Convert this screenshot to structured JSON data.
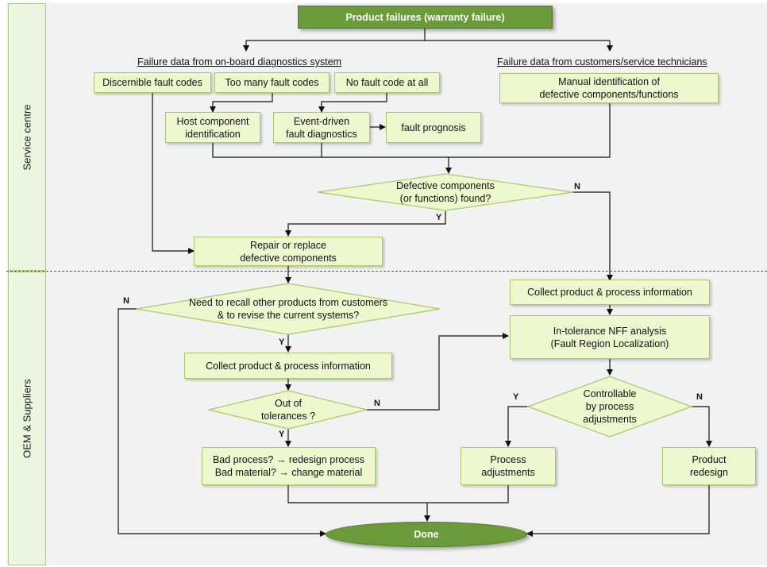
{
  "lanes": {
    "service": "Service centre",
    "oem": "OEM & Suppliers"
  },
  "nodes": {
    "start": "Product failures (warranty failure)",
    "onboard_header": "Failure data from on-board diagnostics system",
    "customer_header": "Failure data from customers/service technicians",
    "discernible": "Discernible fault codes",
    "too_many": "Too many fault codes",
    "no_code": "No fault code at all",
    "manual_id": "Manual identification of\ndefective components/functions",
    "host_id": "Host component\nidentification",
    "event_diag": "Event-driven\nfault diagnostics",
    "prognosis": "fault prognosis",
    "defective_found": "Defective components\n(or functions) found?",
    "repair": "Repair  or replace\ndefective components",
    "need_recall": "Need to recall other products from customers\n&  to revise the current systems?",
    "collect_right": "Collect product & process information",
    "collect_left": "Collect product & process information",
    "nff": "In-tolerance NFF analysis\n(Fault Region Localization)",
    "out_tol": "Out of\ntolerances ?",
    "controllable": "Controllable\nby process\nadjustments",
    "bad_process": "Bad process? → redesign process\nBad material? → change material",
    "process_adj": "Process\nadjustments",
    "product_redesign": "Product\nredesign",
    "done": "Done"
  },
  "labels": {
    "y": "Y",
    "n": "N"
  },
  "colors": {
    "box_fill": "#eef8cf",
    "box_border": "#a9c66a",
    "dark_fill": "#6b9a3a",
    "lane_fill": "#f2f2f2"
  }
}
